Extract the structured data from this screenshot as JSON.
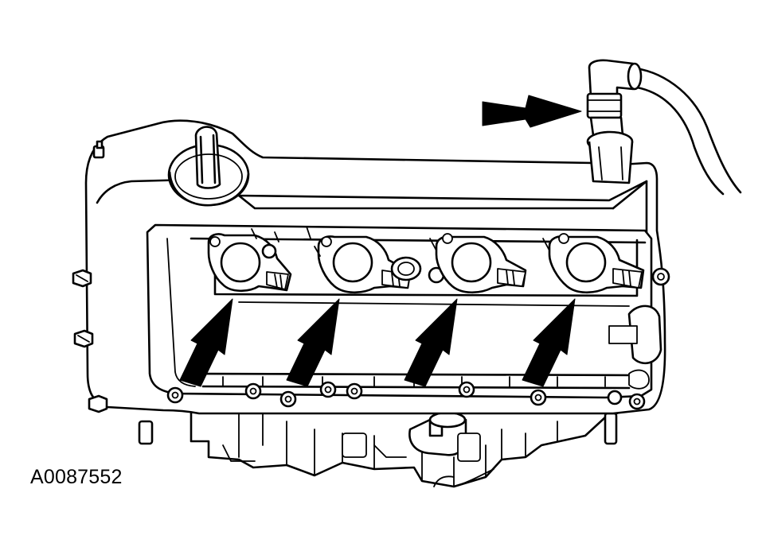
{
  "figure": {
    "id_label": "A0087552",
    "subject": "engine-cylinder-head-cover-with-ignition-coils",
    "callouts": {
      "coil_arrow_count": 4,
      "hose_connector_arrow_count": 1,
      "arrow_color": "#000000"
    }
  }
}
